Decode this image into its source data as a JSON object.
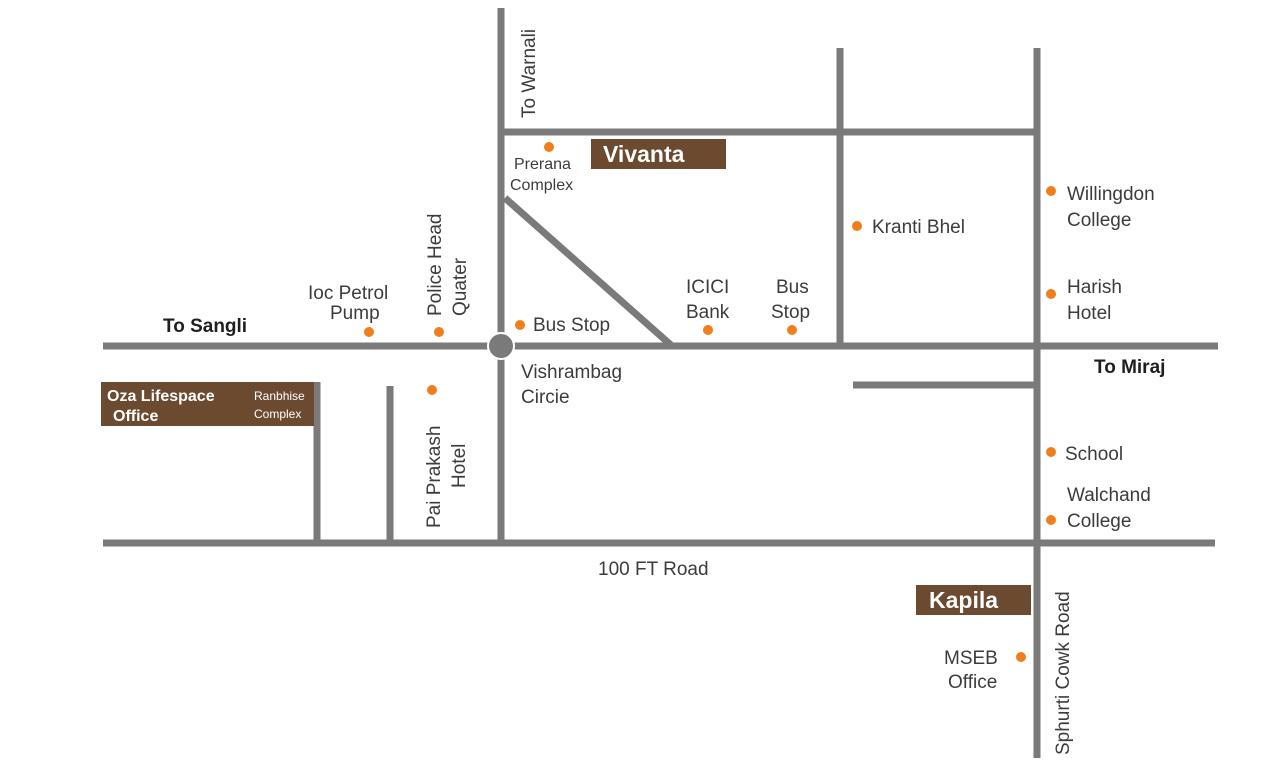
{
  "map": {
    "colors": {
      "road": "#7a7a7a",
      "marker": "#f07e1b",
      "tag_background": "#6b4a2f",
      "tag_text": "#ffffff",
      "label_text": "#3c3c3c"
    },
    "directions": {
      "to_warnali": "To Warnali",
      "to_sangli": "To Sangli",
      "to_miraj": "To Miraj"
    },
    "roads": {
      "hundred_ft_road": "100 FT Road",
      "sphurti_cowk_road": "Sphurti Cowk Road"
    },
    "junction": {
      "line1": "Vishrambag",
      "line2": "Circie"
    },
    "projects": {
      "vivanta": "Vivanta",
      "kapila": "Kapila",
      "office_line1": "Oza Lifespace",
      "office_line2": "Office",
      "office_sub_line1": "Ranbhise",
      "office_sub_line2": "Complex"
    },
    "landmarks": {
      "prerana_line1": "Prerana",
      "prerana_line2": "Complex",
      "ioc_line1": "Ioc Petrol",
      "ioc_line2": "Pump",
      "police_line1": "Police Head",
      "police_line2": "Quater",
      "bus_stop_1": "Bus Stop",
      "icici_line1": "ICICI",
      "icici_line2": "Bank",
      "bus_stop_2_line1": "Bus",
      "bus_stop_2_line2": "Stop",
      "kranti_bhel": "Kranti Bhel",
      "willingdon_line1": "Willingdon",
      "willingdon_line2": "College",
      "harish_line1": "Harish",
      "harish_line2": "Hotel",
      "pai_prakash_line1": "Pai Prakash",
      "pai_prakash_line2": "Hotel",
      "school": "School",
      "walchand_line1": "Walchand",
      "walchand_line2": "College",
      "mseb_line1": "MSEB",
      "mseb_line2": "Office"
    }
  }
}
